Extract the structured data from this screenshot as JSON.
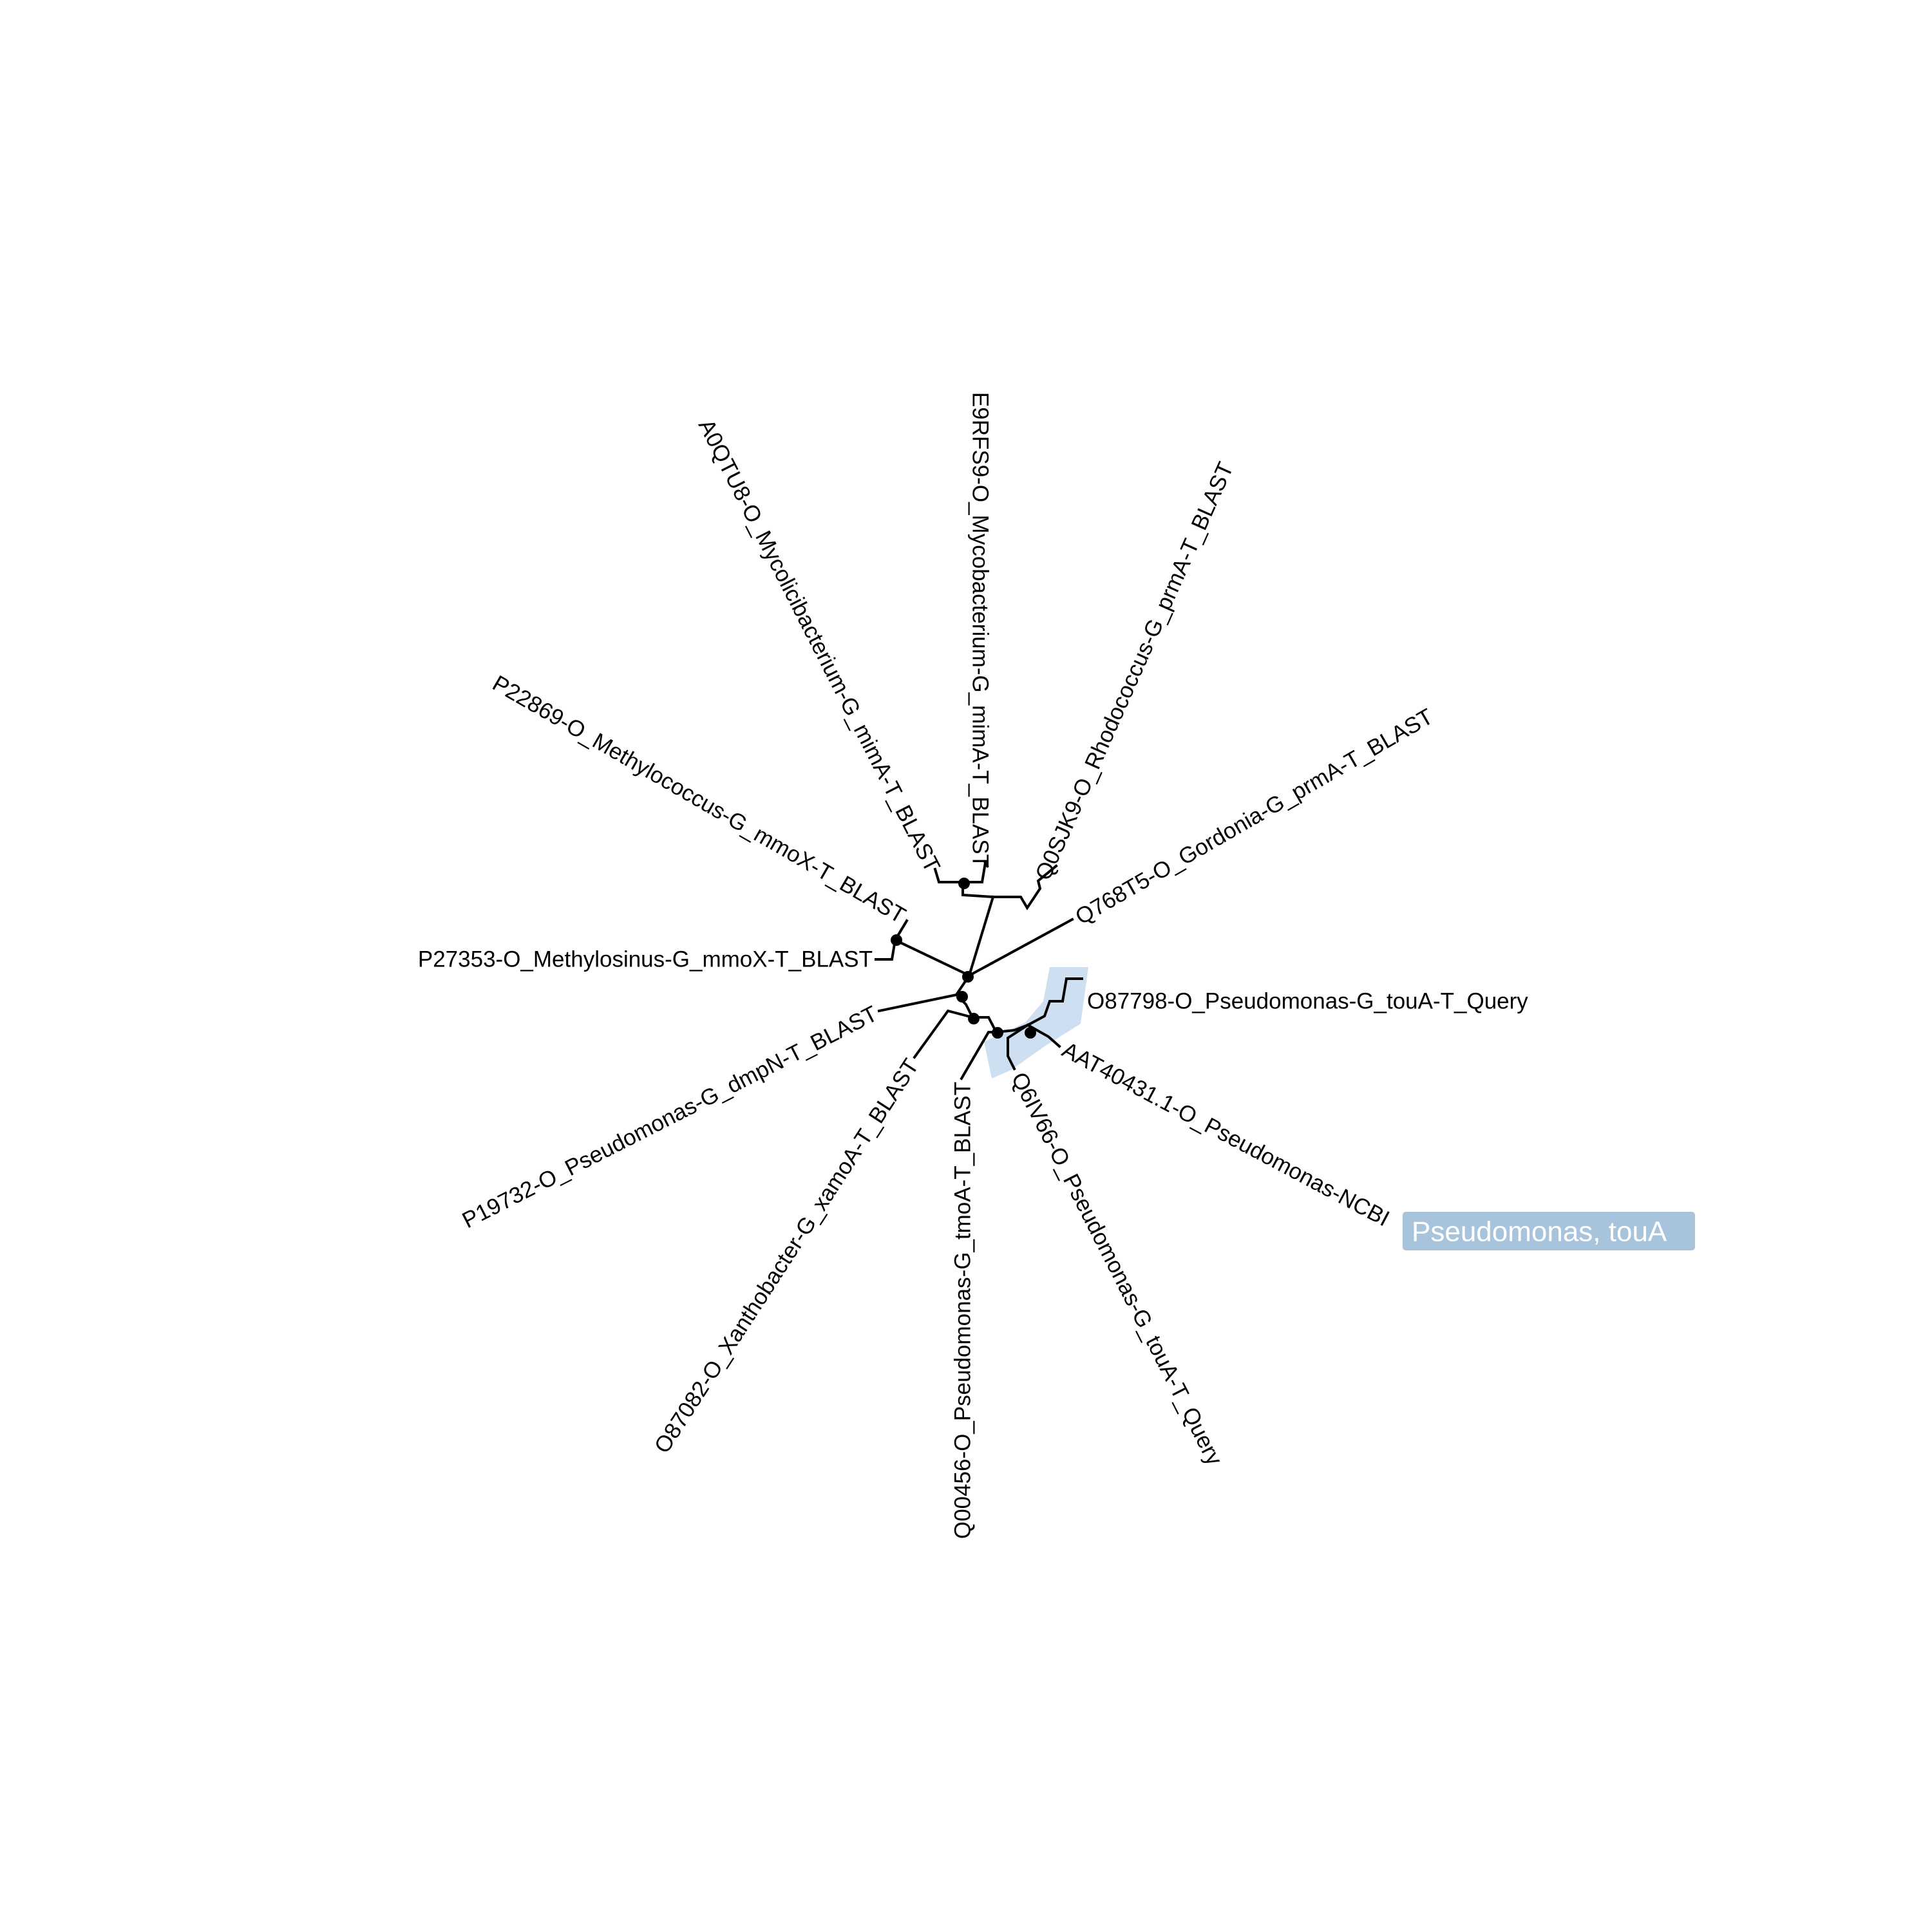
{
  "tree": {
    "colors": {
      "branch": "#000000",
      "highlight": "#cddff0",
      "clade_label_bg": "#a8c3dc",
      "clade_label_text": "#ffffff"
    },
    "tips": [
      "E9RFS9-O_Mycobacterium-G_mimA-T_BLAST",
      "A0QTU8-O_Mycolicibacterium-G_mimA-T_BLAST",
      "Q0SJK9-O_Rhodococcus-G_prmA-T_BLAST",
      "Q768T5-O_Gordonia-G_prmA-T_BLAST",
      "P22869-O_Methylococcus-G_mmoX-T_BLAST",
      "P27353-O_Methylosinus-G_mmoX-T_BLAST",
      "O87798-O_Pseudomonas-G_touA-T_Query",
      "AAT40431.1-O_Pseudomonas-NCBI",
      "Q6IV66-O_Pseudomonas-G_touA-T_Query",
      "Q00456-O_Pseudomonas-G_tmoA-T_BLAST",
      "O87082-O_Xanthobacter-G_xamoA-T_BLAST",
      "P19732-O_Pseudomonas-G_dmpN-T_BLAST"
    ],
    "clade_label": "Pseudomonas, touA"
  }
}
